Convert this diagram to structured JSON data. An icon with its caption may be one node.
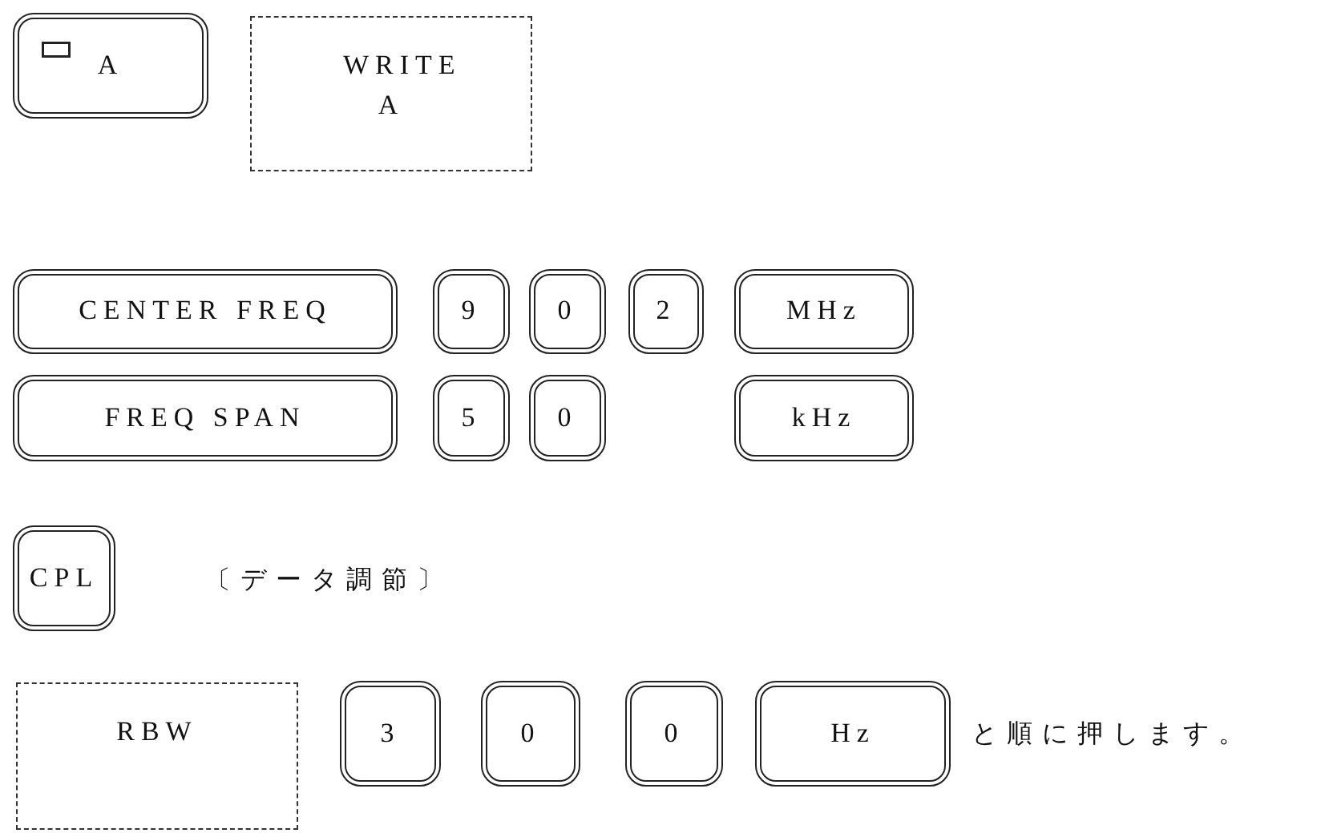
{
  "diagram": {
    "nodes": [
      {
        "text": [
          "A"
        ]
      },
      {
        "text": [
          "WRITE A"
        ]
      },
      {
        "text": [
          "CENTER FREQ"
        ]
      },
      {
        "text": [
          "9"
        ]
      },
      {
        "text": [
          "0"
        ]
      },
      {
        "text": [
          "2"
        ]
      },
      {
        "text": [
          "MHz"
        ]
      },
      {
        "text": [
          "FREQ SPAN"
        ]
      },
      {
        "text": [
          "5"
        ]
      },
      {
        "text": [
          "0"
        ]
      },
      {
        "text": [
          "kHz"
        ]
      },
      {
        "text": [
          "CPL"
        ]
      },
      {
        "text": [
          "RBW"
        ]
      },
      {
        "text": [
          "3"
        ]
      },
      {
        "text": [
          "0"
        ]
      },
      {
        "text": [
          "0"
        ]
      },
      {
        "text": [
          "Hz"
        ],
        "beside": [
          "と順に押します。"
        ]
      }
    ],
    "labels": [
      "〔データ調節〕"
    ]
  }
}
